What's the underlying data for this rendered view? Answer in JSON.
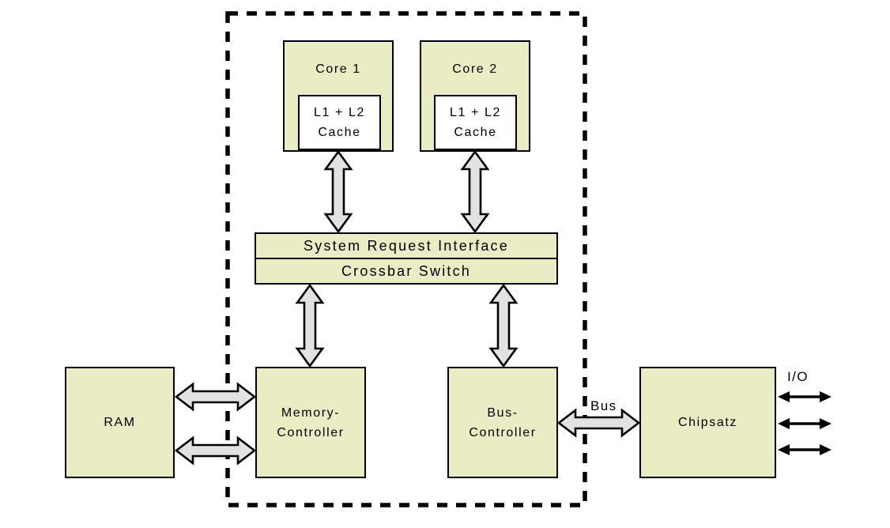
{
  "diagram": {
    "type": "block-diagram",
    "subject": "dual-core CPU architecture",
    "colors": {
      "box_fill": "#eaecc4",
      "cache_fill": "#ffffff",
      "block_arrow_fill": "#e2e2e2",
      "outline": "#000000",
      "background": "#ffffff"
    },
    "nodes": {
      "core1": {
        "label": "Core 1"
      },
      "core2": {
        "label": "Core 2"
      },
      "cache1": {
        "line1": "L1 + L2",
        "line2": "Cache"
      },
      "cache2": {
        "line1": "L1 + L2",
        "line2": "Cache"
      },
      "sri": {
        "label": "System Request Interface"
      },
      "crossbar": {
        "label": "Crossbar Switch"
      },
      "ram": {
        "label": "RAM"
      },
      "memory_controller": {
        "line1": "Memory-",
        "line2": "Controller"
      },
      "bus_controller": {
        "line1": "Bus-",
        "line2": "Controller"
      },
      "chipset": {
        "label": "Chipsatz"
      }
    },
    "labels": {
      "bus": "Bus",
      "io": "I/O"
    },
    "connections": [
      {
        "from": "cache1",
        "to": "sri",
        "style": "block-double-arrow",
        "direction": "bidirectional"
      },
      {
        "from": "cache2",
        "to": "sri",
        "style": "block-double-arrow",
        "direction": "bidirectional"
      },
      {
        "from": "crossbar",
        "to": "memory_controller",
        "style": "block-double-arrow",
        "direction": "bidirectional"
      },
      {
        "from": "crossbar",
        "to": "bus_controller",
        "style": "block-double-arrow",
        "direction": "bidirectional"
      },
      {
        "from": "ram",
        "to": "memory_controller",
        "style": "block-double-arrow",
        "direction": "bidirectional",
        "count": 2
      },
      {
        "from": "bus_controller",
        "to": "chipset",
        "style": "block-double-arrow",
        "direction": "bidirectional",
        "label": "Bus"
      },
      {
        "from": "chipset",
        "to": "external-io",
        "style": "thin-double-arrow",
        "direction": "bidirectional",
        "count": 3,
        "label": "I/O"
      }
    ],
    "boundary": {
      "style": "dashed-rectangle"
    }
  }
}
